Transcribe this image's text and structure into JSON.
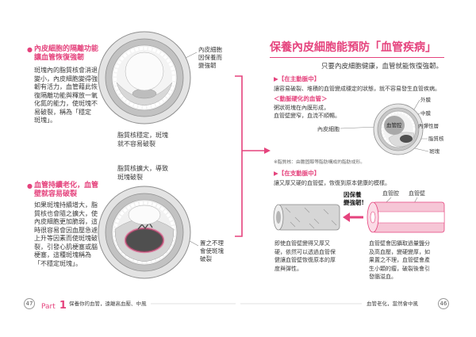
{
  "colors": {
    "accent": "#e5437d",
    "accent_light": "#f6c6d6",
    "text": "#3a3a3a",
    "muted": "#777777"
  },
  "icons": {
    "bullet": "●",
    "tag_marker": "▶"
  },
  "left_page": {
    "section_1": {
      "heading_lines": [
        "內皮細胞的隔離功能",
        "讓血管恢復強韌"
      ],
      "body_lines": [
        "斑塊內的脂質核會消退",
        "變小，內皮細胞變得強",
        "韌有活力，血管藉此恢",
        "復隔離功能與釋放一氧",
        "化氮的能力，使斑塊不",
        "易破裂，稱為「穩定",
        "斑塊」。"
      ]
    },
    "section_2": {
      "heading_lines": [
        "血管持續老化，血管",
        "壁就容易破裂"
      ],
      "body_lines": [
        "如果斑塊持續增大，脂",
        "質核也會隨之擴大，使",
        "內皮細胞更加脆弱，這",
        "時很容易會因血壓急遽",
        "上升等因素而使斑塊破",
        "裂，引發心肌梗塞或腦",
        "梗塞，這種斑塊稱為",
        "「不穩定斑塊」。"
      ]
    },
    "stable_plaque_diagram": {
      "side_label_lines": [
        "內皮細胞",
        "因保養而",
        "變強韌"
      ],
      "caption_lines": [
        "脂質核穩定，斑塊",
        "就不容易破裂"
      ]
    },
    "unstable_plaque_diagram": {
      "caption_lines": [
        "脂質核擴大，導致",
        "斑塊破裂"
      ],
      "side_label_lines": [
        "置之不理",
        "會使斑塊",
        "破裂"
      ]
    },
    "footer": {
      "page_number": "47",
      "part_label": "Part",
      "part_number": "1",
      "part_title": "保養你的血管，遠離高血壓、中風"
    }
  },
  "right_page": {
    "title": "保養內皮細胞能預防「血管疾病」",
    "subtitle": "只要內皮細胞健康，血管就能恢復強韌。",
    "aorta_section": {
      "tag": "【在主動脈中】",
      "description": "讓容易破裂、堆積的血管變成穩定的狀態，就不容易發生血管疾病。",
      "subheading": "＜動脈硬化的血管＞",
      "body_lines": [
        "粥狀斑塊在內膜形成，",
        "血管壁變窄，血流不順暢。"
      ],
      "diagram_labels": {
        "endothelial_cells": "內皮細胞",
        "lumen": "血管腔",
        "adventitia": "外膜",
        "media": "中膜",
        "internal_elastic_lamina": "內彈性層",
        "lipid_core": "脂質核",
        "plaque": "斑塊"
      }
    },
    "footnote": "※脂質核：由膽固醇等脂肪構成的脂肪成形。",
    "branch_artery_section": {
      "tag": "【在支動脈中】",
      "description": "讓又厚又硬的血管壁，恢復到原本健康的模樣。",
      "diagram_labels": {
        "lumen": "血管腔",
        "vessel_wall": "血管壁"
      },
      "care_label_lines": [
        "因保養",
        "變強韌!"
      ],
      "healthy_text_lines": [
        "即使血管壁變得又厚又",
        "硬，依然可以透過血管保",
        "健讓血管壁恢復原本的厚",
        "度與彈性。"
      ],
      "thickened_text_lines": [
        "血管壁會因攝取過量鹽分",
        "及高血壓，變硬變厚，如",
        "果置之不理，血管壁會產",
        "生小顆的瘤，破裂後會引",
        "發腦溢血。"
      ]
    },
    "footer": {
      "running_head": "血管老化，當然會中風",
      "page_number": "46"
    }
  }
}
